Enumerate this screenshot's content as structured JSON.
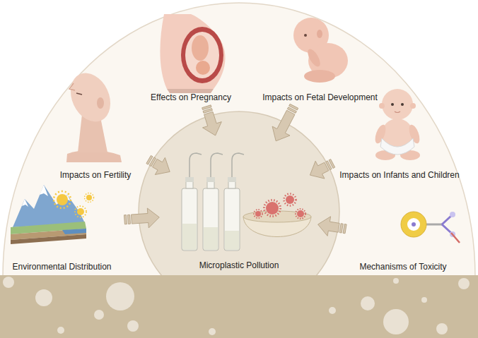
{
  "diagram": {
    "nodes": [
      {
        "text": [
          "Effects on Pregnancy"
        ]
      },
      {
        "text": [
          "Impacts on Fetal Development"
        ]
      },
      {
        "text": [
          "Impacts on Fertility"
        ]
      },
      {
        "text": [
          "Impacts on Infants and Children"
        ]
      },
      {
        "text": [
          "Environmental Distribution"
        ]
      },
      {
        "text": [
          "Microplastic Pollution"
        ]
      },
      {
        "text": [
          "Mechanisms of Toxicity"
        ]
      }
    ],
    "edges": [
      {
        "from": 0,
        "to": 5,
        "arrow": "to"
      },
      {
        "from": 1,
        "to": 5,
        "arrow": "to"
      },
      {
        "from": 2,
        "to": 5,
        "arrow": "to"
      },
      {
        "from": 3,
        "to": 5,
        "arrow": "to"
      },
      {
        "from": 4,
        "to": 5,
        "arrow": "to"
      },
      {
        "from": 6,
        "to": 5,
        "arrow": "to"
      }
    ]
  }
}
